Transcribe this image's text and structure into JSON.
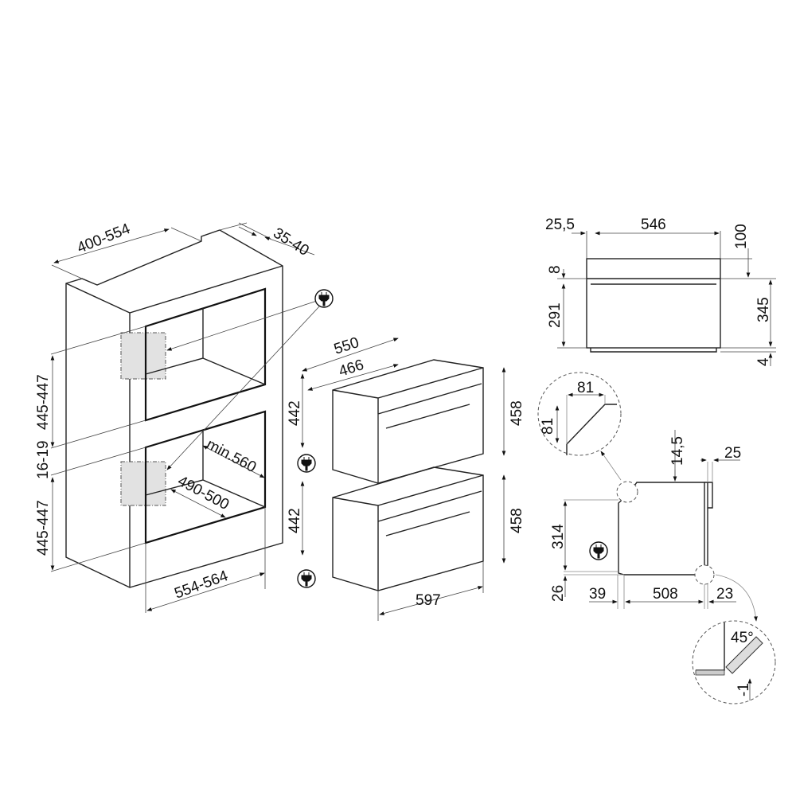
{
  "colors": {
    "line": "#111111",
    "fill": "#e2e2e2",
    "background": "#ffffff"
  },
  "icons": [
    "plug-icon"
  ],
  "cabinet": {
    "width_top": "400-554",
    "back_gap": "35-40",
    "height_upper": "445-447",
    "gap_middle": "16-19",
    "height_lower": "445-447",
    "depth_min": "min.560",
    "depth_inner": "490-500",
    "width_front": "554-564"
  },
  "oven_side": {
    "depth_total": "550",
    "depth_body": "466",
    "height_body_1": "442",
    "height_front_1": "458",
    "height_body_2": "442",
    "height_front_2": "458",
    "width_front": "597"
  },
  "front_view": {
    "left_offset": "25,5",
    "width": "546",
    "top_height": "100",
    "panel": "8",
    "body_height": "291",
    "total_height": "345",
    "bottom": "4"
  },
  "side_view": {
    "detail_w": "81",
    "detail_h": "81",
    "top_gap": "14,5",
    "door": "25",
    "height": "314",
    "base": "26",
    "rear": "39",
    "depth": "508",
    "front": "23",
    "angle": "45°",
    "offset": "-1"
  }
}
